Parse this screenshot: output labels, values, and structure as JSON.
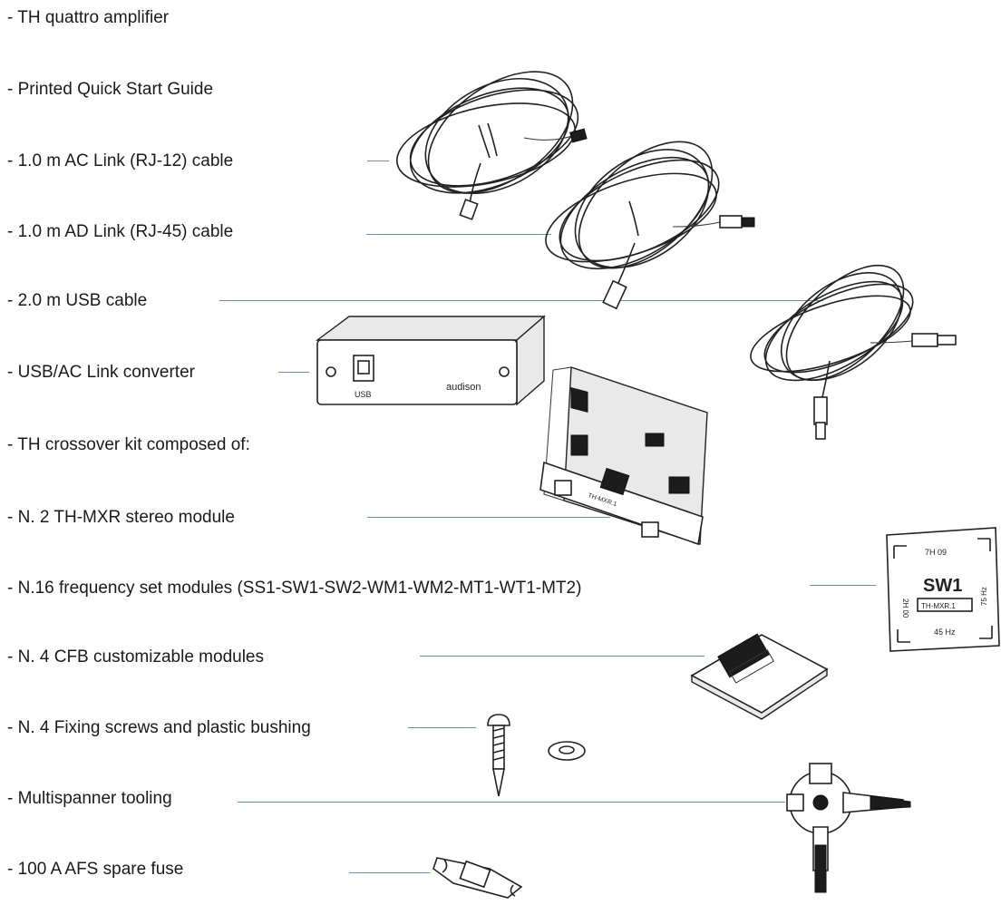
{
  "items": [
    "- TH quattro amplifier",
    "- Printed Quick Start Guide",
    "- 1.0 m AC Link (RJ-12) cable",
    "- 1.0 m AD Link (RJ-45) cable",
    "- 2.0 m USB cable",
    "- USB/AC Link converter",
    "- TH crossover kit composed of:",
    "-   N. 2 TH-MXR stereo module",
    "-  N.16 frequency set modules (SS1-SW1-SW2-WM1-WM2-MT1-WT1-MT2)",
    "-  N. 4 CFB customizable modules",
    "- N. 4 Fixing screws and plastic bushing",
    "- Multispanner tooling",
    "- 100 A AFS spare fuse"
  ],
  "converter": {
    "port_label": "USB",
    "brand": "audison"
  },
  "module_card": {
    "name": "SW1",
    "model": "TH-MXR.1",
    "top": "7H 09",
    "left": "2H 00",
    "right": "75 Hz",
    "bottom": "45 Hz"
  },
  "board": {
    "label": "TH-MXR.1"
  },
  "colors": {
    "leader": "#6a8fb0",
    "ink": "#222222"
  }
}
